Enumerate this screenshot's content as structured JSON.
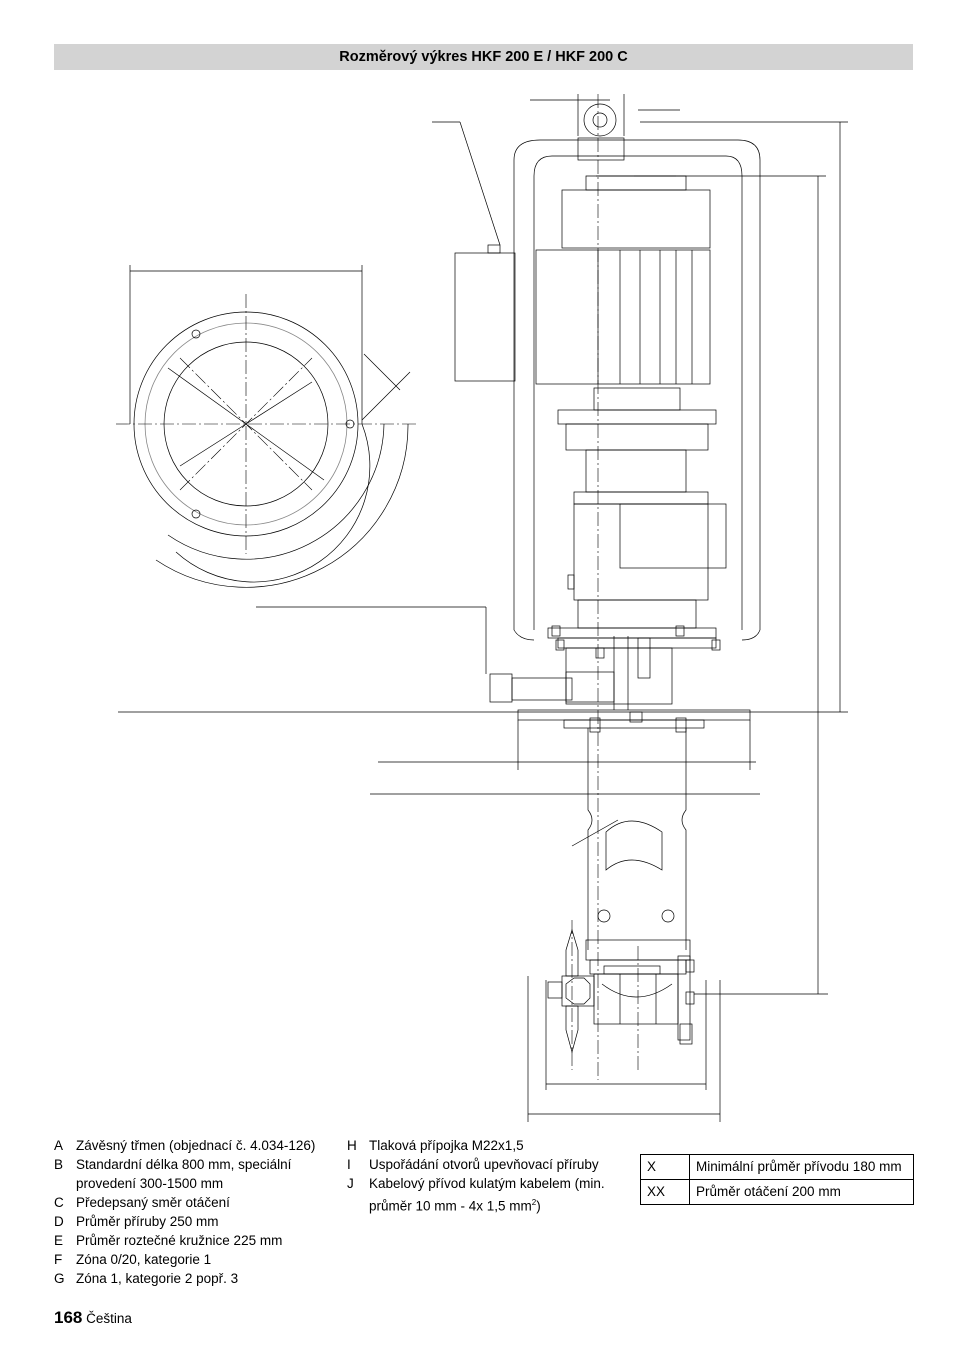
{
  "header": {
    "title": "Rozměrový výkres HKF 200 E / HKF 200 C"
  },
  "legend": {
    "left": [
      {
        "key": "A",
        "text": "Závěsný třmen (objednací č. 4.034-126)"
      },
      {
        "key": "B",
        "text": "Standardní délka 800 mm, speciální provedení 300-1500 mm"
      },
      {
        "key": "C",
        "text": "Předepsaný směr otáčení"
      },
      {
        "key": "D",
        "text": "Průměr příruby 250 mm"
      },
      {
        "key": "E",
        "text": "Průměr roztečné kružnice 225 mm"
      },
      {
        "key": "F",
        "text": "Zóna 0/20, kategorie 1"
      },
      {
        "key": "G",
        "text": "Zóna 1, kategorie 2 popř. 3"
      }
    ],
    "middle": [
      {
        "key": "H",
        "text": "Tlaková přípojka M22x1,5"
      },
      {
        "key": "I",
        "text": "Uspořádání otvorů upevňovací příruby"
      },
      {
        "key": "J",
        "text": "Kabelový přívod kulatým kabelem (min. průměr 10 mm - 4x 1,5 mm",
        "sup": "2",
        "tail": ")"
      }
    ]
  },
  "table": [
    {
      "key": "X",
      "text": "Minimální průměr přívodu 180 mm"
    },
    {
      "key": "XX",
      "text": "Průměr otáčení 200 mm"
    }
  ],
  "footer": {
    "page_number": "168",
    "language": "Čeština"
  }
}
